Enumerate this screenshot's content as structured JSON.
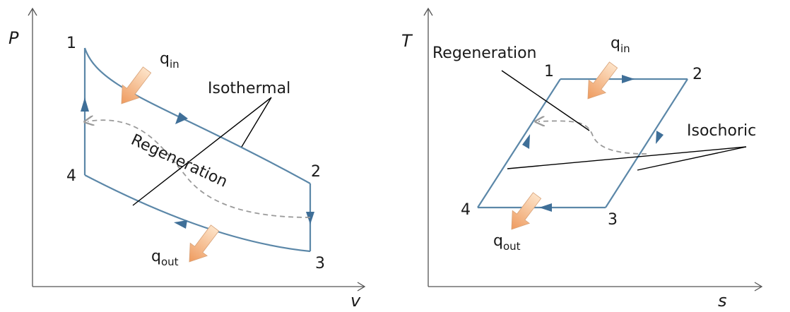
{
  "pv_diagram": {
    "y_axis_label": "P",
    "x_axis_label": "v",
    "points": [
      "1",
      "2",
      "3",
      "4"
    ],
    "q_in": {
      "main": "q",
      "sub": "in"
    },
    "q_out": {
      "main": "q",
      "sub": "out"
    },
    "label_isothermal": "Isothermal",
    "label_regeneration": "Regeneration"
  },
  "ts_diagram": {
    "y_axis_label": "T",
    "x_axis_label": "s",
    "points": [
      "1",
      "2",
      "3",
      "4"
    ],
    "q_in": {
      "main": "q",
      "sub": "in"
    },
    "q_out": {
      "main": "q",
      "sub": "out"
    },
    "label_regeneration": "Regeneration",
    "label_isochoric": "Isochoric"
  },
  "colors": {
    "cycle_line": "#5b87a8",
    "direction_arrow": "#3f6f98",
    "heat_arrow_light": "#fde3c8",
    "heat_arrow_dark": "#ee9a5e",
    "regeneration_dash": "#9a9a9a"
  }
}
